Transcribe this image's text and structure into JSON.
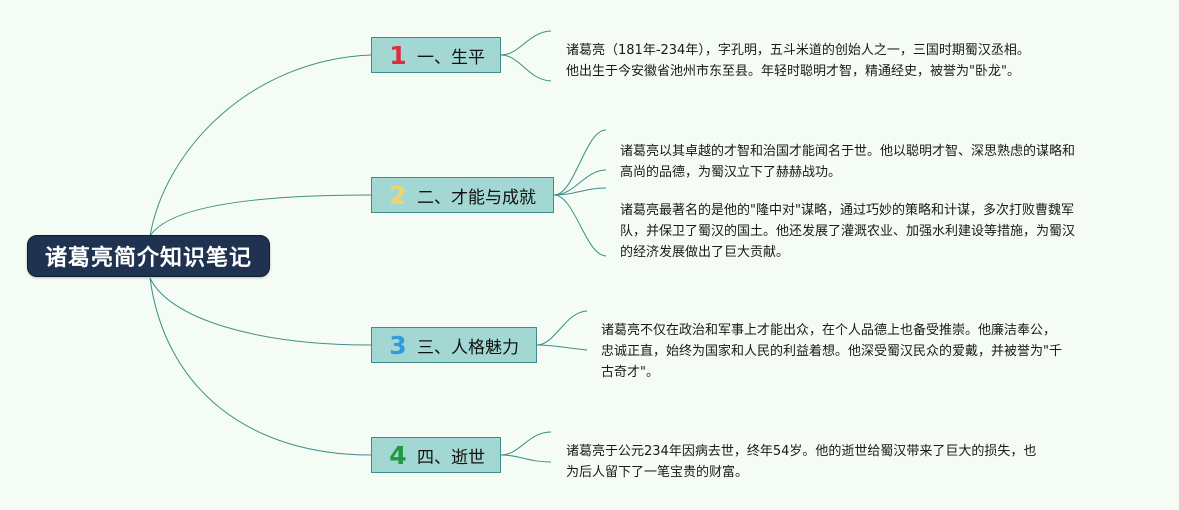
{
  "root": {
    "label": "诸葛亮简介知识笔记"
  },
  "theme": {
    "line_color": "#3f8e88",
    "branch_fill": "#a3d7d3",
    "root_fill": "#1f3350",
    "number_colors": [
      "#d9303e",
      "#f2d46b",
      "#2f9ce0",
      "#1f9a43"
    ]
  },
  "branches": [
    {
      "number": "1",
      "label": "一、生平",
      "notes": [
        "诸葛亮（181年-234年），字孔明，五斗米道的创始人之一，三国时期蜀汉丞相。\n他出生于今安徽省池州市东至县。年轻时聪明才智，精通经史，被誉为\"卧龙\"。"
      ]
    },
    {
      "number": "2",
      "label": "二、才能与成就",
      "notes": [
        "诸葛亮以其卓越的才智和治国才能闻名于世。他以聪明才智、深思熟虑的谋略和\n高尚的品德，为蜀汉立下了赫赫战功。",
        "诸葛亮最著名的是他的\"隆中对\"谋略，通过巧妙的策略和计谋，多次打败曹魏军\n队，并保卫了蜀汉的国土。他还发展了灌溉农业、加强水利建设等措施，为蜀汉\n的经济发展做出了巨大贡献。"
      ]
    },
    {
      "number": "3",
      "label": "三、人格魅力",
      "notes": [
        "诸葛亮不仅在政治和军事上才能出众，在个人品德上也备受推崇。他廉洁奉公，\n忠诚正直，始终为国家和人民的利益着想。他深受蜀汉民众的爱戴，并被誉为\"千\n古奇才\"。"
      ]
    },
    {
      "number": "4",
      "label": "四、逝世",
      "notes": [
        "诸葛亮于公元234年因病去世，终年54岁。他的逝世给蜀汉带来了巨大的损失，也\n为后人留下了一笔宝贵的财富。"
      ]
    }
  ]
}
